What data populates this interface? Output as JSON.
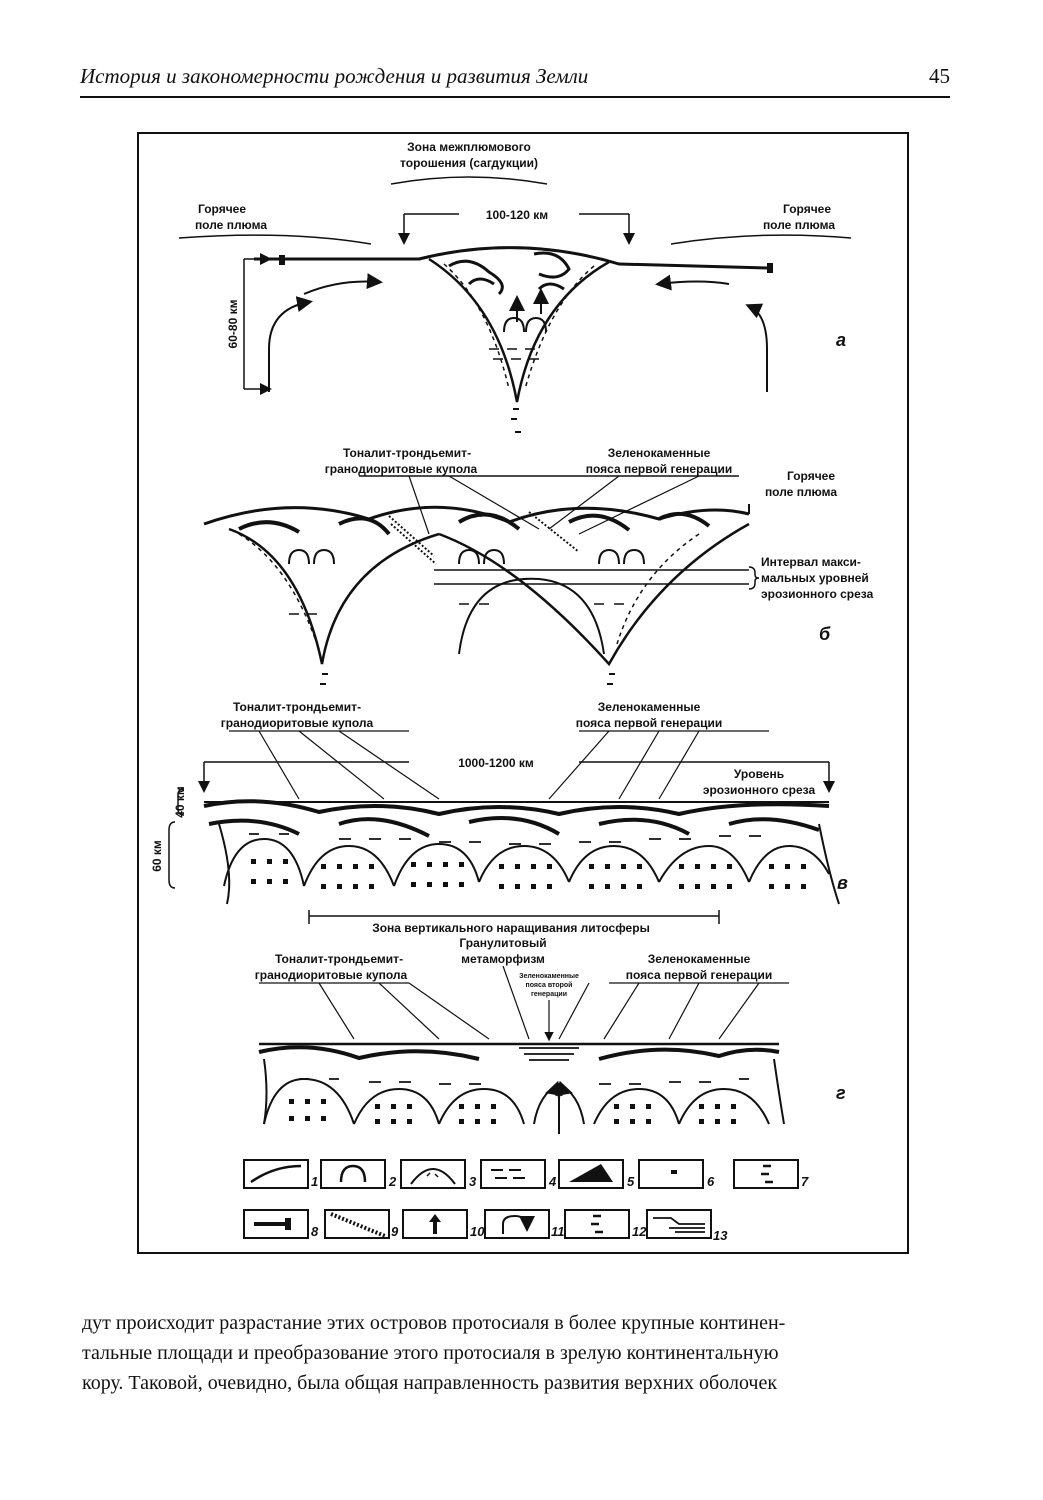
{
  "header": {
    "title": "История и закономерности рождения и развития Земли",
    "page_number": "45"
  },
  "figure": {
    "panel_a": {
      "zone_label_1": "Зона межплюмового",
      "zone_label_2": "торошения (сагдукции)",
      "hot_left_1": "Горячее",
      "hot_left_2": "поле плюма",
      "hot_right_1": "Горячее",
      "hot_right_2": "поле плюма",
      "width_label": "100-120 км",
      "depth_label": "60-80 км",
      "letter": "а"
    },
    "panel_b": {
      "tonalite_1": "Тоналит-трондьемит-",
      "tonalite_2": "гранодиоритовые купола",
      "greenstone_1": "Зеленокаменные",
      "greenstone_2": "пояса первой генерации",
      "hot_1": "Горячее",
      "hot_2": "поле плюма",
      "interval_1": "Интервал макси-",
      "interval_2": "мальных уровней",
      "interval_3": "эрозионного среза",
      "letter": "б"
    },
    "panel_v": {
      "tonalite_1": "Тоналит-трондьемит-",
      "tonalite_2": "гранодиоритовые купола",
      "greenstone_1": "Зеленокаменные",
      "greenstone_2": "пояса первой генерации",
      "width_label": "1000-1200 км",
      "erosion_1": "Уровень",
      "erosion_2": "эрозионного среза",
      "depth_40": "40 км",
      "depth_60": "60 км",
      "zone_label": "Зона вертикального наращивания литосферы",
      "letter": "в"
    },
    "panel_g": {
      "tonalite_1": "Тоналит-трондьемит-",
      "tonalite_2": "гранодиоритовые купола",
      "granulite_1": "Гранулитовый",
      "granulite_2": "метаморфизм",
      "second_gen_1": "Зеленокаменные",
      "second_gen_2": "пояса второй",
      "second_gen_3": "генерации",
      "greenstone_1": "Зеленокаменные",
      "greenstone_2": "пояса первой генерации",
      "letter": "г"
    },
    "legend": [
      "1",
      "2",
      "3",
      "4",
      "5",
      "6",
      "7",
      "8",
      "9",
      "10",
      "11",
      "12",
      "13"
    ]
  },
  "body_text": {
    "line1": "дут происходит разрастание этих островов протосиаля в более крупные континен-",
    "line2": "тальные площади и преобразование этого протосиаля в зрелую континентальную",
    "line3": "кору. Таковой, очевидно, была общая направленность развития верхних оболочек"
  }
}
